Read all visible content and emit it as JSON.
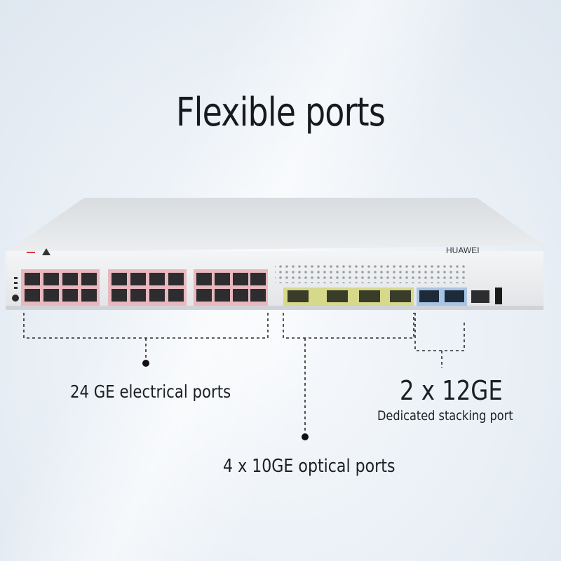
{
  "title": "Flexible ports",
  "device": {
    "brand": "HUAWEI"
  },
  "callouts": {
    "ge_electrical": "24 GE electrical ports",
    "optical": "4 x 10GE optical ports",
    "stacking_count": "2 x 12GE",
    "stacking_desc": "Dedicated stacking port"
  },
  "colors": {
    "rj45_panel": "#e9b8bf",
    "sfp_panel": "#d7d98a",
    "stack_panel": "#a8c4e4",
    "chassis": "#e4e6e9"
  }
}
